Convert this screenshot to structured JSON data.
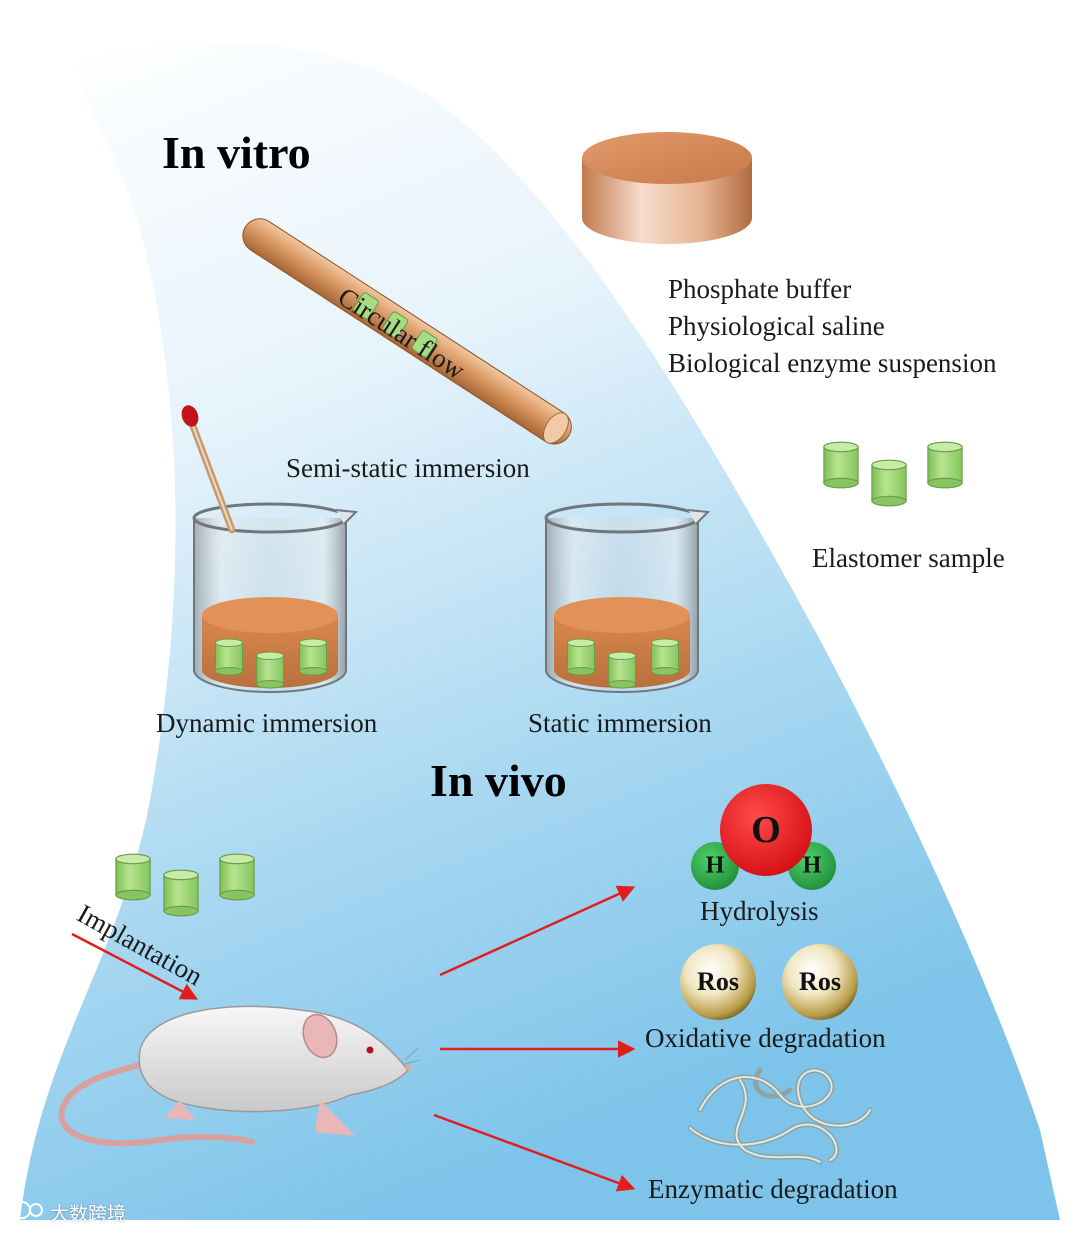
{
  "titles": {
    "in_vitro": "In vitro",
    "in_vivo": "In vivo"
  },
  "labels": {
    "circular_flow": "Circular flow",
    "phosphate_buffer": "Phosphate buffer",
    "physiological_saline": "Physiological saline",
    "enzyme_suspension": "Biological enzyme suspension",
    "semi_static": "Semi-static immersion",
    "elastomer_sample": "Elastomer sample",
    "dynamic_immersion": "Dynamic immersion",
    "static_immersion": "Static immersion",
    "implantation": "Implantation",
    "hydrolysis": "Hydrolysis",
    "oxidative": "Oxidative degradation",
    "enzymatic": "Enzymatic degradation"
  },
  "molecule": {
    "o": "O",
    "h1": "H",
    "h2": "H"
  },
  "ros": [
    "Ros",
    "Ros"
  ],
  "watermark": {
    "icon": "wechat-logo-icon",
    "text": "大数跨境"
  },
  "colors": {
    "background_light": "#f6fbfe",
    "background_blue": "#82c6ea",
    "sample_green": "#9fd67a",
    "arrow_red": "#e01e1e",
    "oxygen_red": "#e8121a",
    "hydrogen_green": "#2ea84a"
  }
}
